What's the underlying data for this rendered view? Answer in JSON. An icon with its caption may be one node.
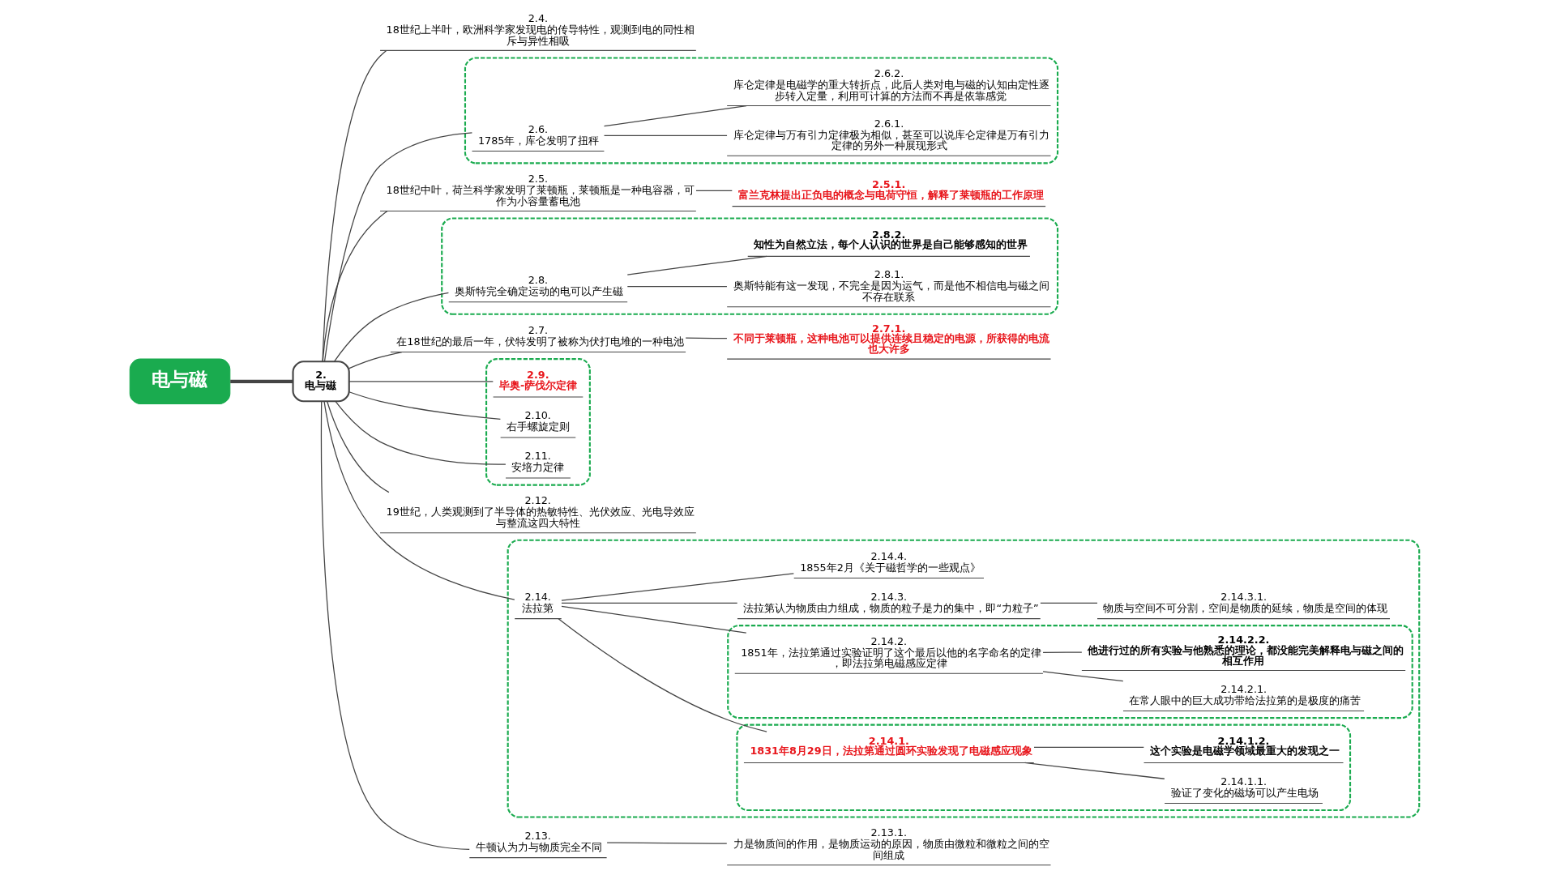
{
  "diagram": {
    "nodes": [
      {
        "text": [
          "电与磁"
        ]
      },
      {
        "text": [
          "2.",
          "电与磁"
        ]
      },
      {
        "text": [
          "2.4.",
          "18世纪上半叶，欧洲科学家发现电的传导特性，观测到电的同性相斥与异性相吸"
        ]
      },
      {
        "text": [
          "2.5.",
          "18世纪中叶，荷兰科学家发明了莱顿瓶，莱顿瓶是一种电容器，可作为小容量蓄电池"
        ]
      },
      {
        "text": [
          "2.5.1.",
          "富兰克林提出正负电的概念与电荷守恒，解释了莱顿瓶的工作原理"
        ]
      },
      {
        "text": [],
        "shape": "box"
      },
      {
        "text": [
          "2.6.",
          "1785年，库仑发明了扭秤"
        ],
        "in": 5
      },
      {
        "text": [
          "2.6.1.",
          "库仑定律与万有引力定律极为相似，甚至可以说库仑定律是万有引力定律的另外一种展现形式"
        ],
        "in": 5
      },
      {
        "text": [
          "2.6.2.",
          "库仑定律是电磁学的重大转折点，此后人类对电与磁的认知由定性逐步转入定量，利用可计算的方法而不再是依靠感觉"
        ],
        "in": 5
      },
      {
        "text": [
          "2.7.",
          "在18世纪的最后一年，伏特发明了被称为伏打电堆的一种电池"
        ]
      },
      {
        "text": [
          "2.7.1.",
          "不同于莱顿瓶，这种电池可以提供连续且稳定的电源，所获得的电流也大许多"
        ]
      },
      {
        "text": [],
        "shape": "box"
      },
      {
        "text": [
          "2.8.",
          "奥斯特完全确定运动的电可以产生磁"
        ],
        "in": 11
      },
      {
        "text": [
          "2.8.1.",
          "奥斯特能有这一发现，不完全是因为运气，而是他不相信电与磁之间不存在联系"
        ],
        "in": 11
      },
      {
        "text": [
          "2.8.2.",
          "知性为自然立法，每个人认识的世界是自己能够感知的世界"
        ],
        "in": 11
      },
      {
        "text": [],
        "shape": "box"
      },
      {
        "text": [
          "2.9.",
          "毕奥-萨伐尔定律"
        ],
        "in": 15
      },
      {
        "text": [
          "2.10.",
          "右手螺旋定则"
        ],
        "in": 15
      },
      {
        "text": [
          "2.11.",
          "安培力定律"
        ],
        "in": 15
      },
      {
        "text": [
          "2.12.",
          "19世纪，人类观测到了半导体的热敏特性、光伏效应、光电导效应与整流这四大特性"
        ]
      },
      {
        "text": [
          "2.13.",
          "牛顿认为力与物质完全不同"
        ]
      },
      {
        "text": [
          "2.13.1.",
          "力是物质间的作用，是物质运动的原因，物质由微粒和微粒之间的空间组成"
        ]
      },
      {
        "text": [],
        "shape": "box"
      },
      {
        "text": [
          "2.14.",
          "法拉第"
        ],
        "in": 22
      },
      {
        "text": [],
        "shape": "box",
        "in": 22
      },
      {
        "text": [
          "2.14.1.",
          "1831年8月29日，法拉第通过圆环实验发现了电磁感应现象"
        ],
        "in": 24
      },
      {
        "text": [
          "2.14.1.1.",
          "验证了变化的磁场可以产生电场"
        ],
        "in": 24
      },
      {
        "text": [
          "2.14.1.2.",
          "这个实验是电磁学领域最重大的发现之一"
        ],
        "in": 24
      },
      {
        "text": [],
        "shape": "box",
        "in": 22
      },
      {
        "text": [
          "2.14.2.",
          "1851年，法拉第通过实验证明了这个最后以他的名字命名的定律，即法拉第电磁感应定律"
        ],
        "in": 28
      },
      {
        "text": [
          "2.14.2.1.",
          "在常人眼中的巨大成功带给法拉第的是极度的痛苦"
        ],
        "in": 28
      },
      {
        "text": [
          "2.14.2.2.",
          "他进行过的所有实验与他熟悉的理论，都没能完美解释电与磁之间的相互作用"
        ],
        "in": 28
      },
      {
        "text": [
          "2.14.3.",
          "法拉第认为物质由力组成，物质的粒子是力的集中，即“力粒子”"
        ],
        "in": 22
      },
      {
        "text": [
          "2.14.3.1.",
          "物质与空间不可分割，空间是物质的延续，物质是空间的体现"
        ],
        "in": 22
      },
      {
        "text": [
          "2.14.4.",
          "1855年2月《关于磁哲学的一些观点》"
        ],
        "in": 22
      }
    ],
    "edges": [
      {
        "from": 0,
        "to": 1,
        "arrow": "none",
        "style": "thick"
      },
      {
        "from": 1,
        "to": 2,
        "arrow": "none"
      },
      {
        "from": 1,
        "to": 3,
        "arrow": "none"
      },
      {
        "from": 3,
        "to": 4,
        "arrow": "none"
      },
      {
        "from": 1,
        "to": 6,
        "arrow": "none"
      },
      {
        "from": 6,
        "to": 7,
        "arrow": "none"
      },
      {
        "from": 6,
        "to": 8,
        "arrow": "none"
      },
      {
        "from": 1,
        "to": 9,
        "arrow": "none"
      },
      {
        "from": 9,
        "to": 10,
        "arrow": "none"
      },
      {
        "from": 1,
        "to": 12,
        "arrow": "none"
      },
      {
        "from": 12,
        "to": 13,
        "arrow": "none"
      },
      {
        "from": 12,
        "to": 14,
        "arrow": "none"
      },
      {
        "from": 1,
        "to": 16,
        "arrow": "none"
      },
      {
        "from": 1,
        "to": 17,
        "arrow": "none"
      },
      {
        "from": 1,
        "to": 18,
        "arrow": "none"
      },
      {
        "from": 1,
        "to": 19,
        "arrow": "none"
      },
      {
        "from": 1,
        "to": 20,
        "arrow": "none"
      },
      {
        "from": 20,
        "to": 21,
        "arrow": "none"
      },
      {
        "from": 1,
        "to": 23,
        "arrow": "none"
      },
      {
        "from": 23,
        "to": 25,
        "arrow": "none"
      },
      {
        "from": 25,
        "to": 26,
        "arrow": "none"
      },
      {
        "from": 25,
        "to": 27,
        "arrow": "none"
      },
      {
        "from": 23,
        "to": 29,
        "arrow": "none"
      },
      {
        "from": 29,
        "to": 30,
        "arrow": "none"
      },
      {
        "from": 29,
        "to": 31,
        "arrow": "none"
      },
      {
        "from": 23,
        "to": 32,
        "arrow": "none"
      },
      {
        "from": 32,
        "to": 33,
        "arrow": "none"
      },
      {
        "from": 23,
        "to": 34,
        "arrow": "none"
      }
    ]
  }
}
